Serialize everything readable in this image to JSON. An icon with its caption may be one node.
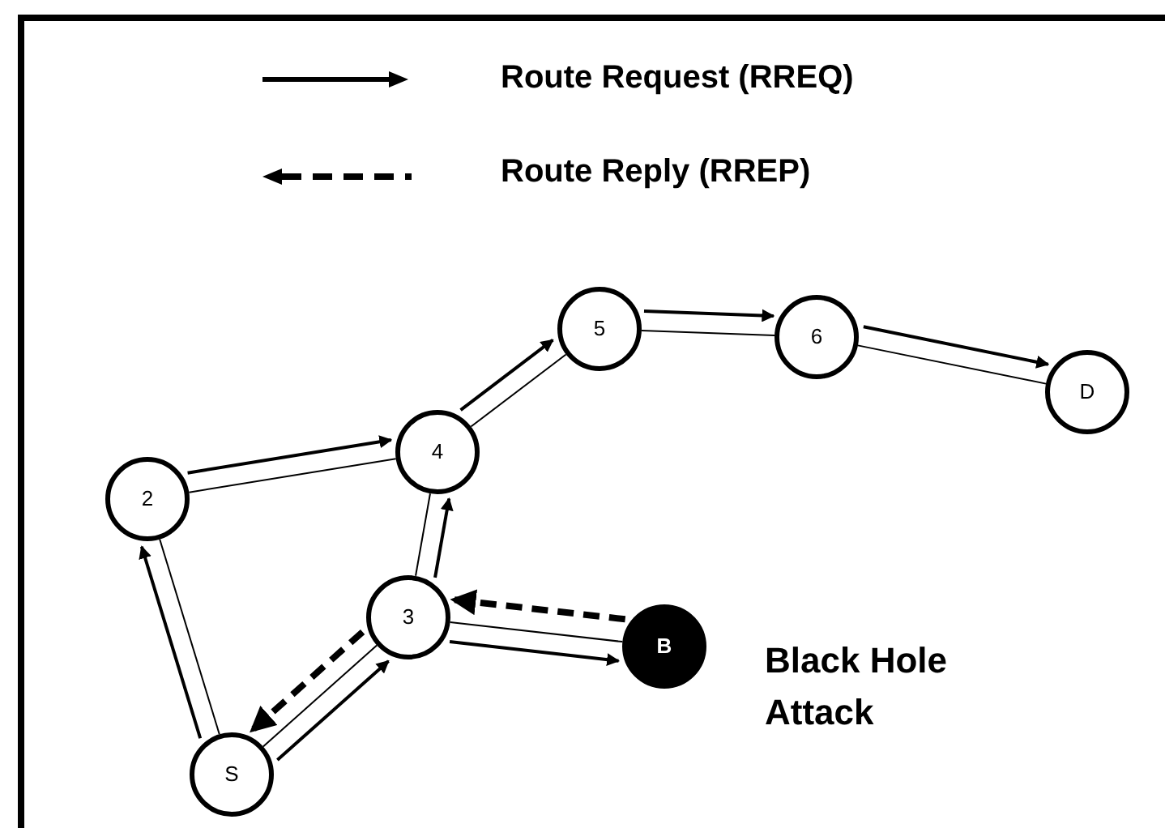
{
  "diagram": {
    "nodes": [
      {
        "text": [
          "5"
        ]
      },
      {
        "text": [
          "6"
        ]
      },
      {
        "text": [
          "D"
        ]
      },
      {
        "text": [
          "4"
        ]
      },
      {
        "text": [
          "2"
        ]
      },
      {
        "text": [
          "3"
        ]
      },
      {
        "text": [
          "B"
        ]
      },
      {
        "text": [
          "S"
        ]
      }
    ],
    "edges": [
      {
        "from": 7,
        "to": 4,
        "arrow": "none"
      },
      {
        "from": 7,
        "to": 5,
        "arrow": "none"
      },
      {
        "from": 4,
        "to": 3,
        "arrow": "none"
      },
      {
        "from": 5,
        "to": 3,
        "arrow": "none"
      },
      {
        "from": 3,
        "to": 0,
        "arrow": "none"
      },
      {
        "from": 0,
        "to": 1,
        "arrow": "none"
      },
      {
        "from": 1,
        "to": 2,
        "arrow": "none"
      },
      {
        "from": 5,
        "to": 6,
        "arrow": "none"
      },
      {
        "from": 7,
        "to": 4,
        "arrow": "to"
      },
      {
        "from": 7,
        "to": 5,
        "arrow": "to"
      },
      {
        "from": 4,
        "to": 3,
        "arrow": "to"
      },
      {
        "from": 5,
        "to": 3,
        "arrow": "to"
      },
      {
        "from": 3,
        "to": 0,
        "arrow": "to"
      },
      {
        "from": 0,
        "to": 1,
        "arrow": "to"
      },
      {
        "from": 1,
        "to": 2,
        "arrow": "to"
      },
      {
        "from": 5,
        "to": 6,
        "arrow": "to"
      },
      {
        "from": 6,
        "to": 5,
        "arrow": "to",
        "style": "dashed"
      },
      {
        "from": 5,
        "to": 7,
        "arrow": "to",
        "style": "dashed"
      }
    ],
    "labels": [
      "Black Hole Attack"
    ],
    "legend": [
      {
        "text": "Route Request (RREQ)"
      },
      {
        "text": "Route Reply (RREP)"
      }
    ]
  }
}
